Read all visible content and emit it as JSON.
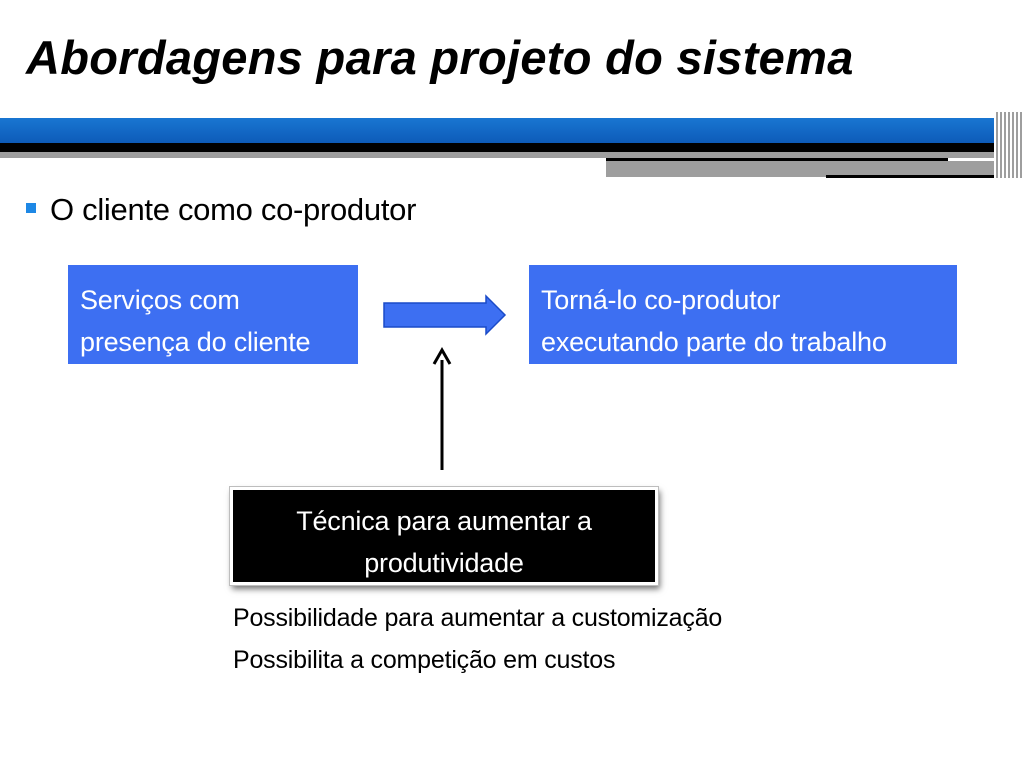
{
  "slide": {
    "title": "Abordagens para projeto do sistema",
    "bullet": "O cliente como co-produtor"
  },
  "diagram": {
    "box_services": {
      "line1": "Serviços com",
      "line2": "presença do cliente"
    },
    "box_coproducer": {
      "line1": "Torná-lo co-produtor",
      "line2": "executando parte do trabalho"
    },
    "box_technique": {
      "line1": "Técnica para aumentar a",
      "line2": "produtividade"
    },
    "notes": [
      "Possibilidade para aumentar a customização",
      "Possibilita a competição em custos"
    ]
  },
  "colors": {
    "accent_blue": "#3d6ff2",
    "band_blue": "#1565c0",
    "bullet": "#1e88e5"
  }
}
